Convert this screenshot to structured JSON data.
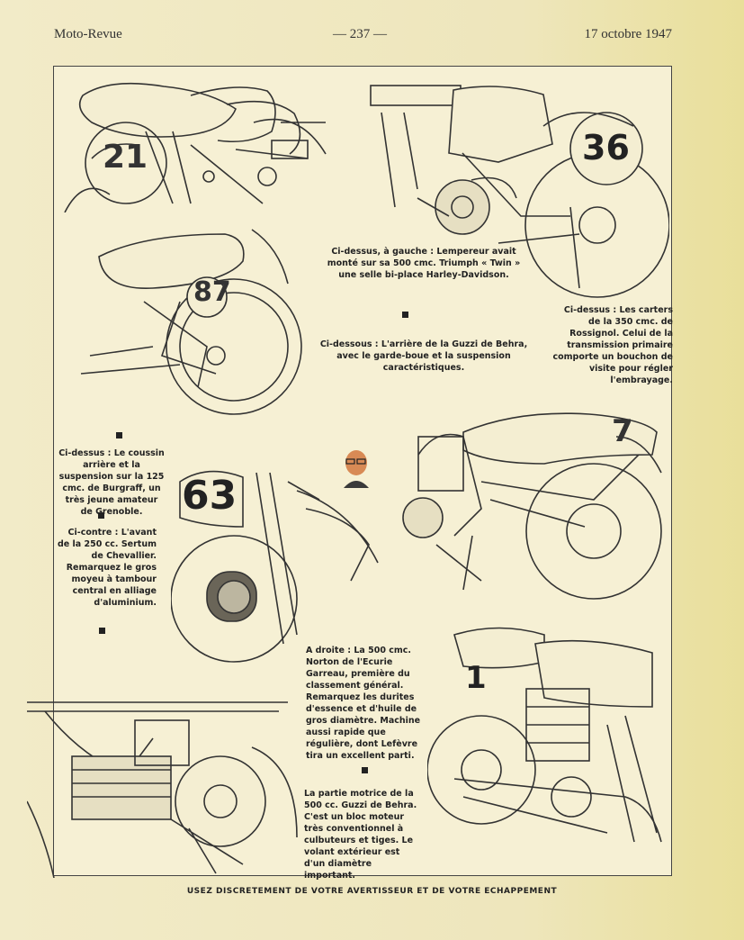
{
  "header": {
    "publication": "Moto-Revue",
    "page_number": "— 237 —",
    "date": "17 octobre 1947"
  },
  "captions": {
    "top_left_above": "Ci-dessus, à gauche : Lempereur avait monté sur sa 500 cmc. Triumph « Twin » une selle bi-place Harley-Davidson.",
    "guzzi_below": "Ci-dessous : L'arrière de la Guzzi de Behra, avec le garde-boue et la suspension caractéristiques.",
    "rossignol": "Ci-dessus : Les carters de la 350 cmc. de Rossignol. Celui de la transmission primaire comporte un bouchon de visite pour régler l'embrayage.",
    "burgraff": "Ci-dessus : Le coussin arrière et la suspension sur la 125 cmc. de Burgraff, un très jeune amateur de Grenoble.",
    "sertum": "Ci-contre : L'avant de la 250 cc. Sertum de Chevallier. Remarquez le gros moyeu à tambour central en alliage d'aluminium.",
    "norton": "A droite : La 500 cmc. Norton de l'Ecurie Garreau, première du classement général. Remarquez les durites d'essence et d'huile de gros diamètre. Machine aussi rapide que régulière, dont Lefèvre tira un excellent parti.",
    "guzzi_engine": "La partie motrice de la 500 cc. Guzzi de Behra. C'est un bloc moteur très conventionnel à culbuteurs et tiges. Le volant extérieur est d'un diamètre important."
  },
  "race_numbers": {
    "triumph": "21",
    "rossignol": "36",
    "burgraff": "87",
    "guzzi": "7",
    "sertum": "63",
    "norton": "1"
  },
  "footer": "USEZ DISCRETEMENT DE VOTRE AVERTISSEUR ET DE VOTRE ECHAPPEMENT"
}
